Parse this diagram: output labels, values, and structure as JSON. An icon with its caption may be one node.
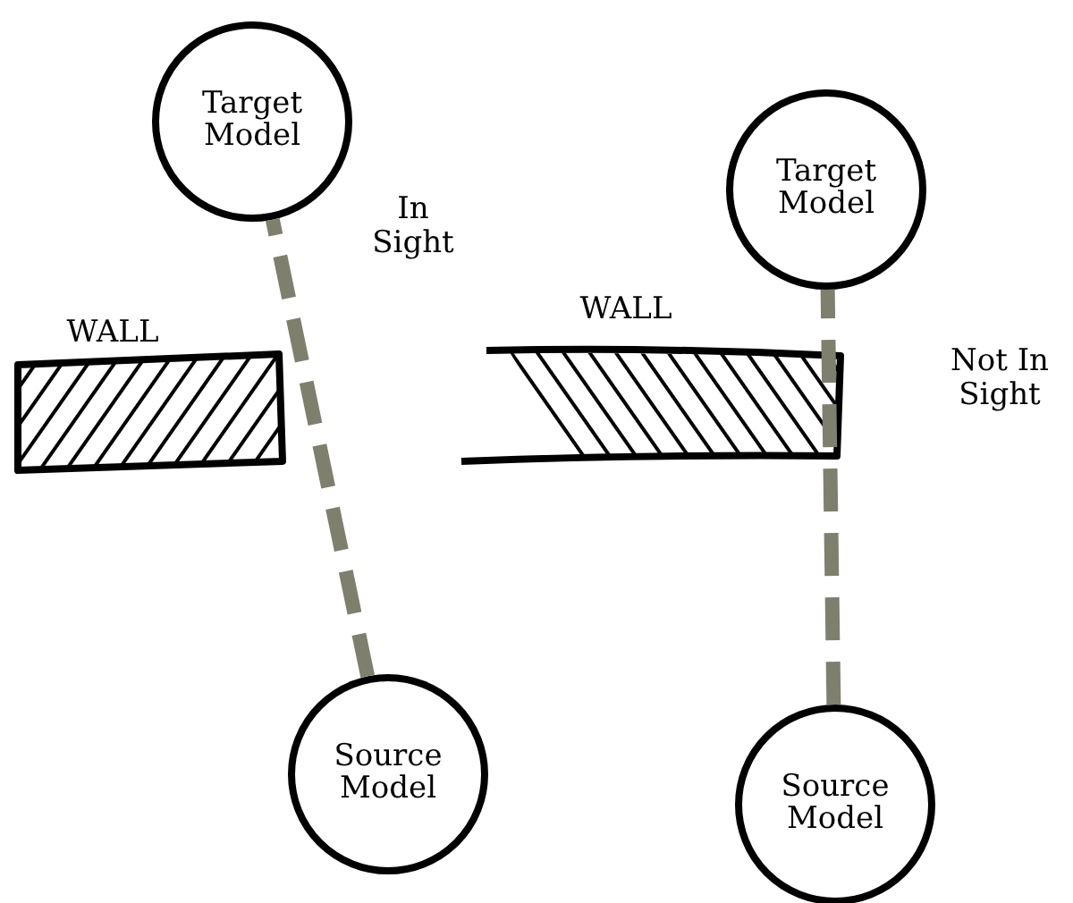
{
  "diagram": {
    "nodes": [
      {
        "text": [
          "Target Model"
        ]
      },
      {
        "text": [
          "Target Model"
        ]
      },
      {
        "text": [
          "Source Model"
        ]
      },
      {
        "text": [
          "Source Model"
        ]
      }
    ],
    "edges": [
      {
        "from": 2,
        "to": 0,
        "arrow": "none",
        "style": "dashed"
      },
      {
        "from": 3,
        "to": 1,
        "arrow": "none",
        "style": "dashed"
      }
    ],
    "labels": [
      "In Sight",
      "WALL",
      "WALL",
      "Not In Sight"
    ]
  }
}
